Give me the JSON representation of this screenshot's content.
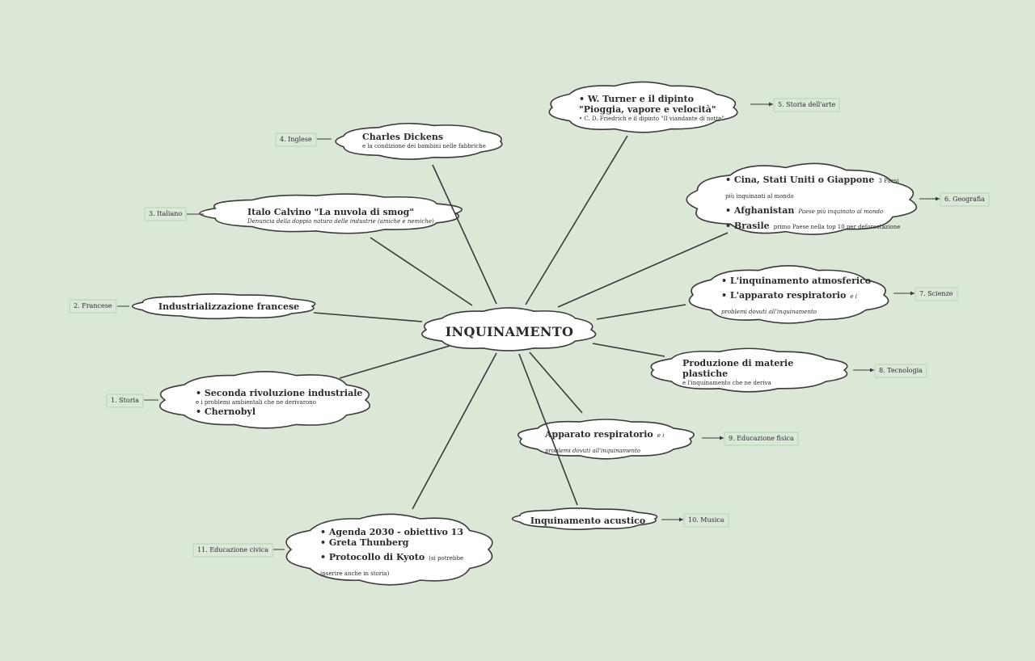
{
  "center": {
    "title": "INQUINAMENTO"
  },
  "nodes": {
    "turner": {
      "title": "• W. Turner e il dipinto \"Pioggia, vapore e velocità\"",
      "sub": "• C. D. Friedrich e il dipinto \"Il viandante di notte\""
    },
    "dickens": {
      "title": "Charles Dickens",
      "sub": "e la condizione dei bambini nelle fabbriche"
    },
    "calvino": {
      "title": "Italo Calvino \"La nuvola di smog\"",
      "sub": "Denuncia della doppia natura delle industrie (amiche e nemiche)"
    },
    "francese": {
      "title": "Industrializzazione francese"
    },
    "storia": {
      "title1": "• Seconda rivoluzione industriale",
      "sub": "e i problemi ambientali che ne derivarono",
      "title2": "• Chernobyl"
    },
    "geografia": {
      "t1": "• Cina, Stati Uniti o Giappone",
      "s1": "3 Paesi più inquinanti al mondo",
      "t2": "• Afghanistan",
      "s2": "Paese più inquinato al mondo",
      "t3": "• Brasile",
      "s3": "primo Paese nella top 10 per deforestazione"
    },
    "scienze": {
      "t1": "• L'inquinamento atmosferico",
      "t2": "• L'apparato respiratorio",
      "s2": "e i problemi dovuti all'inquinamento"
    },
    "tecnologia": {
      "title": "Produzione di materie plastiche",
      "sub": "e l'inquinamento che ne deriva"
    },
    "fisica": {
      "title": "Apparato respiratorio",
      "sub": "e i problemi dovuti all'inquinamento"
    },
    "musica": {
      "title": "Inquinamento acustico"
    },
    "civica": {
      "t1": "• Agenda 2030 - obiettivo 13",
      "t2": "• Greta Thunberg",
      "t3": "• Protocollo di Kyoto",
      "s3": "(si potrebbe inserire anche in storia)"
    }
  },
  "labels": {
    "arte": "5. Storia dell'arte",
    "inglese": "4. Inglese",
    "italiano": "3. Italiano",
    "francese": "2. Francese",
    "storia": "1. Storia",
    "geografia": "6. Geografia",
    "scienze": "7. Scienze",
    "tecnologia": "8. Tecnologia",
    "fisica": "9. Educazione fisica",
    "musica": "10. Musica",
    "civica": "11. Educazione civica"
  },
  "colors": {
    "background": "#dbe8d8",
    "cloud_fill": "#ffffff",
    "stroke": "#3a3a3a",
    "label_border": "#c9dcc5"
  }
}
